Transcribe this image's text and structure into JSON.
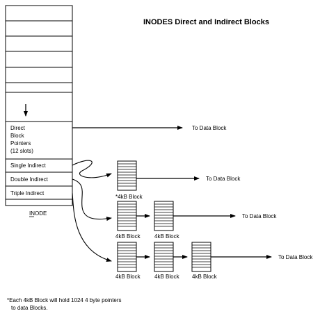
{
  "title": "INODES Direct and Indirect Blocks",
  "inode": {
    "label": "INODE",
    "direct_lines": [
      "Direct",
      "Block",
      "Pointers",
      "(12 slots)"
    ],
    "single_indirect": "Single Indirect",
    "double_indirect": "Double Indirect",
    "triple_indirect": "Triple Indirect"
  },
  "blocks": {
    "single_label": "*4kB Block",
    "block_label": "4kB Block"
  },
  "targets": {
    "to_data_block": "To Data Block"
  },
  "footnote": {
    "line1": "*Each 4kB Block will hold 1024 4 byte pointers",
    "line2": "to data Blocks."
  },
  "colors": {
    "ink": "#000000",
    "background": "#ffffff"
  }
}
